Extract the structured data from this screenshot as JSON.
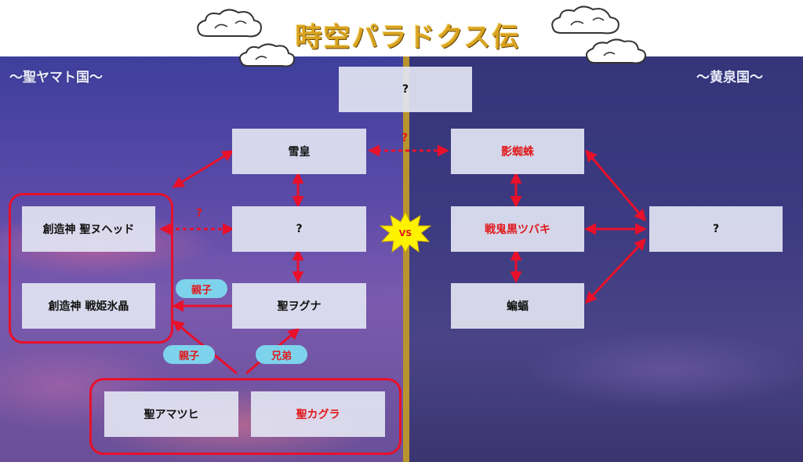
{
  "title": "時空パラドクス伝",
  "regions": {
    "left": "〜聖ヤマト国〜",
    "right": "〜黄泉国〜"
  },
  "vs_label": "VS",
  "nodes": {
    "top_unknown": "?",
    "yukiko": "雪皇",
    "center_unknown": "?",
    "yoguna": "聖ヲグナ",
    "creator_hemhed": "創造神 聖ヌヘッド",
    "creator_suisho": "創造神 戦姫氷晶",
    "amatsuhi": "聖アマツヒ",
    "kagura": "聖カグラ",
    "kagegumo": "影蜘蛛",
    "tsubaki": "戦鬼黒ツバキ",
    "koumori": "蝙蝠",
    "right_unknown": "?"
  },
  "relations": {
    "oyako_1": "親子",
    "oyako_2": "親子",
    "kyoudai": "兄弟",
    "unknown_top": "?",
    "unknown_left": "?"
  },
  "colors": {
    "arrow": "#e8102a",
    "tag_bg": "#7ed3ec",
    "title": "#d9a321",
    "divider": "#b8932e"
  }
}
